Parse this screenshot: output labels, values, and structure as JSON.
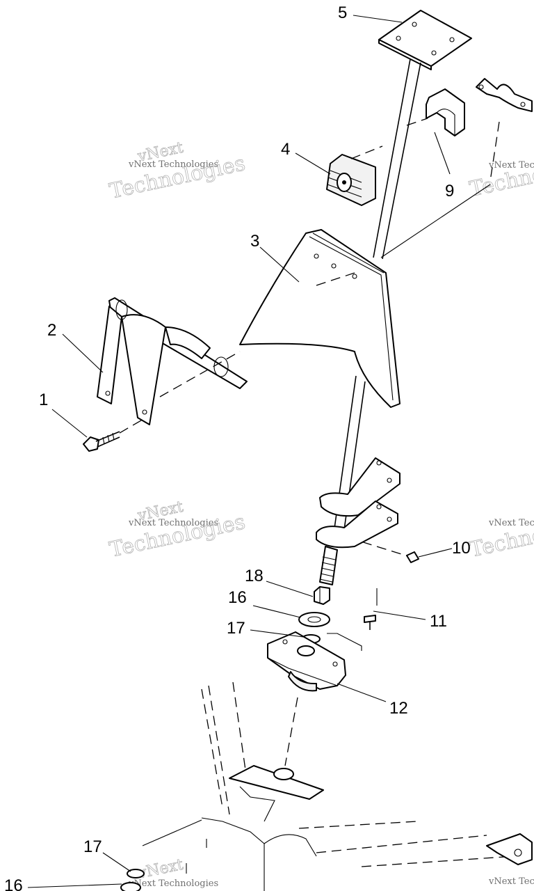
{
  "diagram": {
    "callouts": [
      {
        "id": "5",
        "label": "5"
      },
      {
        "id": "4",
        "label": "4"
      },
      {
        "id": "9",
        "label": "9"
      },
      {
        "id": "3",
        "label": "3"
      },
      {
        "id": "2",
        "label": "2"
      },
      {
        "id": "1",
        "label": "1"
      },
      {
        "id": "10",
        "label": "10"
      },
      {
        "id": "18",
        "label": "18"
      },
      {
        "id": "16",
        "label": "16"
      },
      {
        "id": "17",
        "label": "17"
      },
      {
        "id": "11",
        "label": "11"
      },
      {
        "id": "12",
        "label": "12"
      },
      {
        "id": "17b",
        "label": "17"
      },
      {
        "id": "16b",
        "label": "16"
      }
    ],
    "watermark": {
      "logo": "vNext",
      "company": "vNext Technologies",
      "word": "Technologies"
    }
  }
}
